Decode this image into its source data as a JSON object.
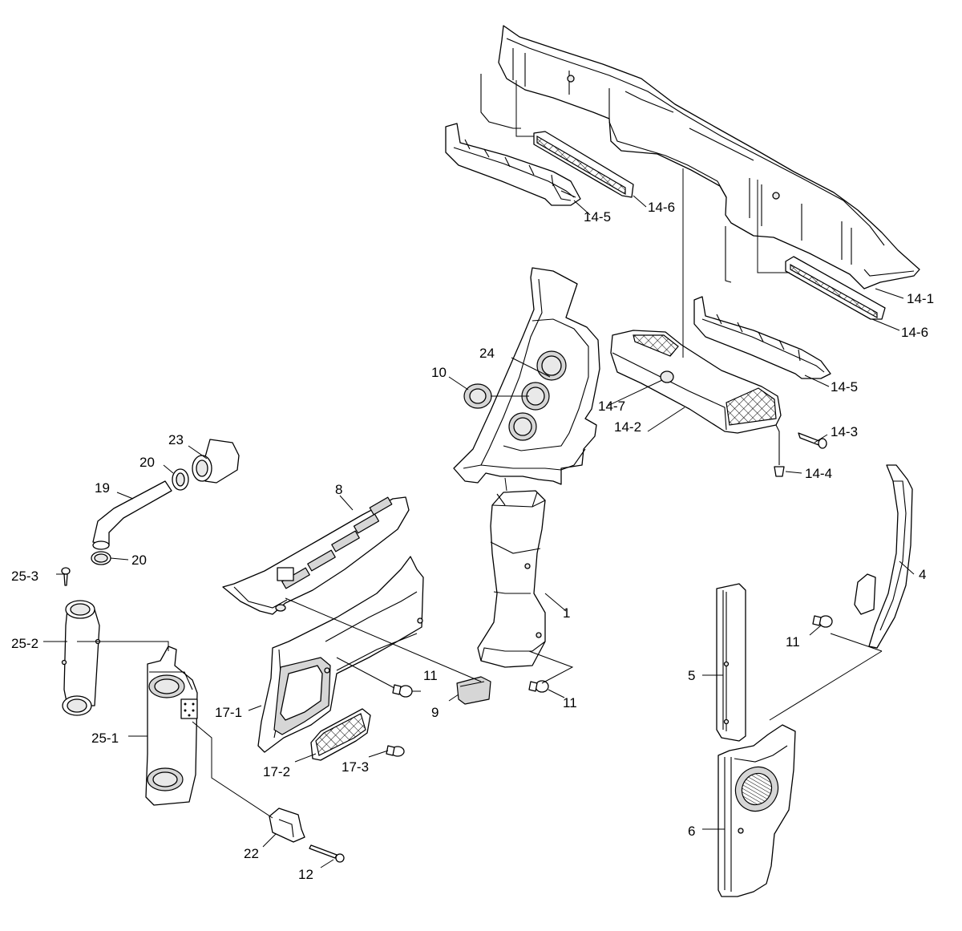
{
  "colors": {
    "line": "#000000",
    "background": "#ffffff",
    "shade": "#d6d6d6"
  },
  "callouts": {
    "c14_1": "14-1",
    "c14_2": "14-2",
    "c14_3": "14-3",
    "c14_4": "14-4",
    "c14_5_top": "14-5",
    "c14_5_right": "14-5",
    "c14_6_top": "14-6",
    "c14_6_right": "14-6",
    "c14_7": "14-7",
    "c24": "24",
    "c10": "10",
    "c23": "23",
    "c20_top": "20",
    "c20_bottom": "20",
    "c19": "19",
    "c8": "8",
    "c1": "1",
    "c4": "4",
    "c11_right": "11",
    "c11_mid": "11",
    "c11_center": "11",
    "c9": "9",
    "c25_3": "25-3",
    "c25_2": "25-2",
    "c25_1": "25-1",
    "c17_1": "17-1",
    "c17_2": "17-2",
    "c17_3": "17-3",
    "c5": "5",
    "c6": "6",
    "c22": "22",
    "c12": "12"
  }
}
